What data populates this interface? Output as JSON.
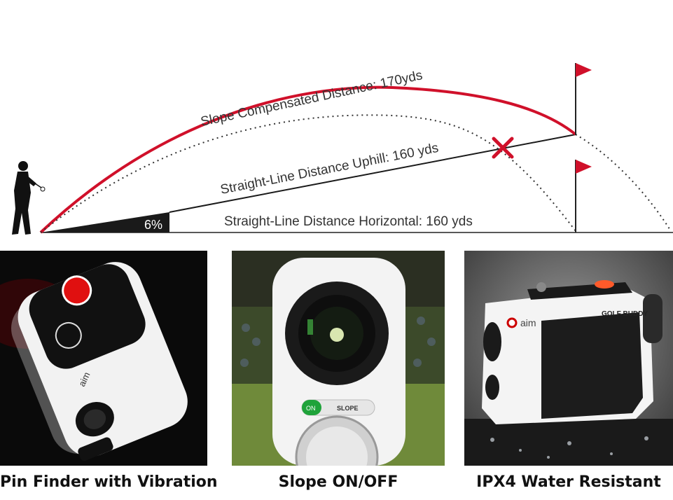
{
  "diagram": {
    "slope_compensated_label": "Slope Compensated Distance: 170yds",
    "uphill_label": "Straight-Line Distance Uphill: 160 yds",
    "horizontal_label": "Straight-Line Distance Horizontal: 160 yds",
    "grade_label": "6%",
    "accent_color": "#d0102a"
  },
  "features": [
    {
      "caption": "Pin Finder with Vibration",
      "icon": "pin-finder-rangefinder"
    },
    {
      "caption": "Slope ON/OFF",
      "icon": "slope-switch-rangefinder"
    },
    {
      "caption": "IPX4 Water Resistant",
      "icon": "water-resistant-rangefinder"
    }
  ],
  "device": {
    "brand": "GOLF BUDDY",
    "model": "aim",
    "switch_on": "ON",
    "switch_slope": "SLOPE"
  }
}
